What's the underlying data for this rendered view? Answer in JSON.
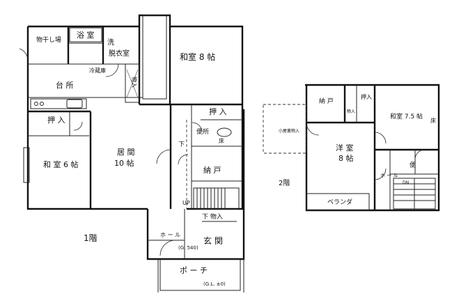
{
  "floor1": {
    "caption": "1階",
    "rooms": {
      "drying": "物干し場",
      "bath": "浴 室",
      "washroom": "洗面\n脱衣室",
      "washroom_prefix": "洗",
      "kitchen": "台 所",
      "fridge": "冷蔵庫",
      "storage_a": "物入",
      "washitsu8": "和室 8 帖",
      "closet_tl": "押 入",
      "closet_mid": "押 入",
      "washitsu6": "和 室 6 帖",
      "living": "居 間\n10 帖",
      "toilet": "便所",
      "nando": "納 戸",
      "storage_under": "下 物入",
      "hall": "ホ ー ル",
      "genkan": "玄 関",
      "gl": "(G. 540)",
      "porch": "ポ ー チ",
      "up": "UP",
      "shita": "下",
      "toko": "床",
      "gl_porch": "(G.L. ±0)"
    }
  },
  "floor2": {
    "caption": "2階",
    "rooms": {
      "nando": "納 戸",
      "storage_small": "物入",
      "oshiire": "押入",
      "washitsu": "和室 7.5 帖",
      "toko": "床",
      "porch_roof": "小屋裏物入",
      "youshitsu": "洋 室\n8 帖",
      "toilet": "便",
      "hall": "ホ ー ル",
      "hall_mark": "DN",
      "veranda": "ベランダ"
    }
  }
}
